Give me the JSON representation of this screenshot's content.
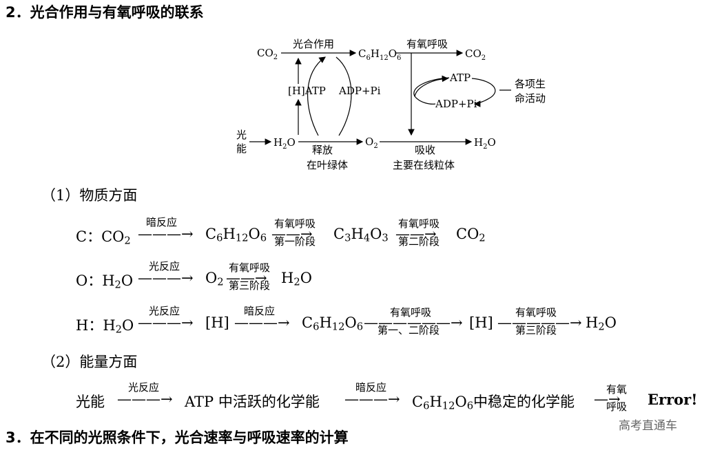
{
  "heading2": "2．光合作用与有氧呼吸的联系",
  "heading3": "3．在不同的光照条件下，光合速率与呼吸速率的计算",
  "diagram": {
    "co2_left": "CO",
    "co2_left_sub": "2",
    "photosynthesis": "光合作用",
    "glucose_parts": [
      "C",
      "6",
      "H",
      "12",
      "O",
      "6"
    ],
    "aerobic_respiration": "有氧呼吸",
    "co2_right": "CO",
    "co2_right_sub": "2",
    "h_atp": "[H]ATP",
    "adp_pi_left": "ADP+Pi",
    "atp_right": "ATP",
    "adp_pi_right": "ADP+Pi",
    "life_activities_1": "各项生",
    "life_activities_2": "命活动",
    "light_1": "光",
    "light_2": "能",
    "h2o_left_a": "H",
    "h2o_left_sub": "2",
    "h2o_left_b": "O",
    "o2": "O",
    "o2_sub": "2",
    "h2o_right_a": "H",
    "h2o_right_sub": "2",
    "h2o_right_b": "O",
    "release": "释放",
    "in_chloroplast": "在叶绿体",
    "absorb": "吸收",
    "mainly_mitochondria": "主要在线粒体"
  },
  "section1": {
    "title": "（1）物质方面",
    "c_line": {
      "prefix": "C：CO",
      "prefix_sub": "2",
      "arrow1_top": "暗反应",
      "glucose": [
        "C",
        "6",
        "H",
        "12",
        "O",
        "6"
      ],
      "arrow2_top": "有氧呼吸",
      "arrow2_bottom": "第一阶段",
      "pyruvate": [
        "C",
        "3",
        "H",
        "4",
        "O",
        "3"
      ],
      "arrow3_top": "有氧呼吸",
      "arrow3_bottom": "第二阶段",
      "end": "CO",
      "end_sub": "2"
    },
    "o_line": {
      "prefix": "O：H",
      "prefix_sub": "2",
      "prefix_tail": "O",
      "arrow1_top": "光反应",
      "mid": "O",
      "mid_sub": "2",
      "arrow2_top": "有氧呼吸",
      "arrow2_bottom": "第三阶段",
      "end": "H",
      "end_sub": "2",
      "end_tail": "O"
    },
    "h_line": {
      "prefix": "H：H",
      "prefix_sub": "2",
      "prefix_tail": "O",
      "arrow1_top": "光反应",
      "h1": "[H]",
      "arrow2_top": "暗反应",
      "glucose": [
        "C",
        "6",
        "H",
        "12",
        "O",
        "6"
      ],
      "arrow3_top": "有氧呼吸",
      "arrow3_bottom": "第一、二阶段",
      "h2": "[H]",
      "arrow4_top": "有氧呼吸",
      "arrow4_bottom": "第三阶段",
      "end": "H",
      "end_sub": "2",
      "end_tail": "O"
    }
  },
  "section2": {
    "title": "（2）能量方面",
    "light_energy": "光能",
    "arrow1_top": "光反应",
    "atp_active": "ATP 中活跃的化学能",
    "arrow2_top": "暗反应",
    "glucose": [
      "C",
      "6",
      "H",
      "12",
      "O",
      "6"
    ],
    "stable": "中稳定的化学能",
    "arrow3_top": "有氧",
    "arrow3_bottom": "呼吸",
    "error": "Error!"
  },
  "watermark": "高考直通车"
}
